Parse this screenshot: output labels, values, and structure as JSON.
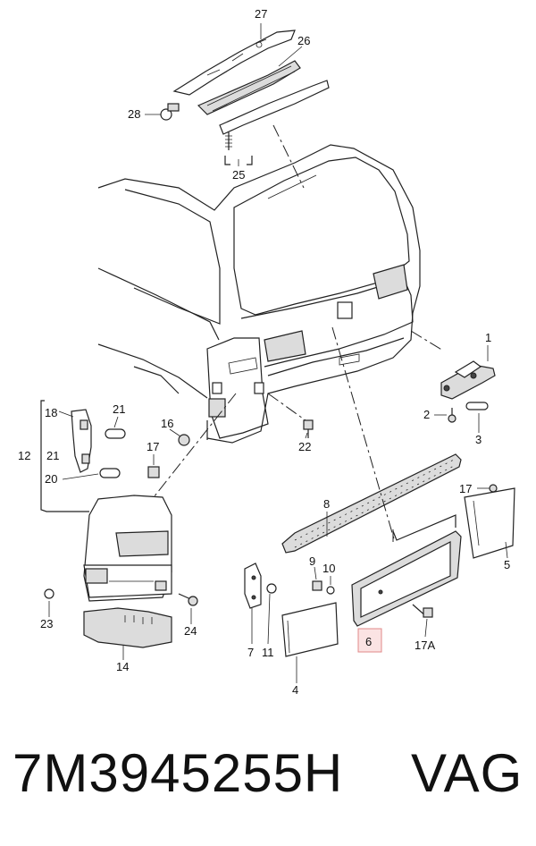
{
  "labels": {
    "l27": "27",
    "l26": "26",
    "l28": "28",
    "l25": "25",
    "l1": "1",
    "l2": "2",
    "l3": "3",
    "l18": "18",
    "l21a": "21",
    "l21b": "21",
    "l12": "12",
    "l20": "20",
    "l16": "16",
    "l17a": "17",
    "l22": "22",
    "l23": "23",
    "l14": "14",
    "l24": "24",
    "l8": "8",
    "l17b": "17",
    "l5": "5",
    "l9": "9",
    "l10": "10",
    "l7": "7",
    "l11": "11",
    "l4": "4",
    "l6": "6",
    "l17A": "17A"
  },
  "footer": {
    "part_number": "7M3945255H",
    "brand": "VAG"
  },
  "highlight_color": "#fbe3e3"
}
